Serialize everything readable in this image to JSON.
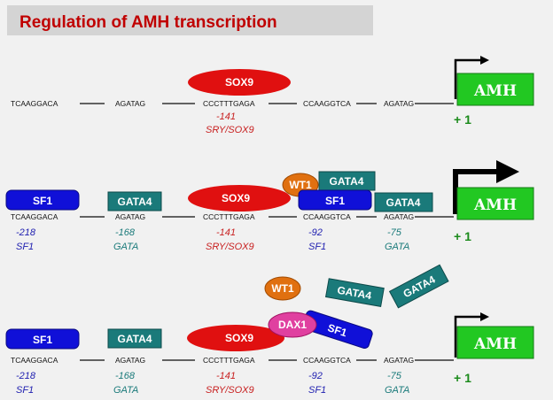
{
  "title": "Regulation of AMH transcription",
  "colors": {
    "sox9": "#e01010",
    "sf1": "#1010d8",
    "gata4": "#1a7a7a",
    "wt1": "#e07010",
    "dax1": "#e040a0",
    "amh": "#22c822",
    "red_label": "#c82020",
    "blue_label": "#2020b0",
    "teal_label": "#1a7a7a",
    "plus_one": "#1a8a1a"
  },
  "sequences": {
    "s1": "TCAAGGACA",
    "s2": "AGATAG",
    "s3": "CCCTTTGAGA",
    "s4": "CCAAGGTCA",
    "s5": "AGATAG"
  },
  "proteins": {
    "sox9": "SOX9",
    "sf1": "SF1",
    "gata4": "GATA4",
    "wt1": "WT1",
    "dax1": "DAX1"
  },
  "gene": {
    "name": "AMH",
    "start": "+ 1"
  },
  "panels": [
    {
      "labels": [
        {
          "pos": "-141",
          "name": "SRY/SOX9"
        }
      ]
    },
    {
      "labels": [
        {
          "pos": "-218",
          "name": "SF1"
        },
        {
          "pos": "-168",
          "name": "GATA"
        },
        {
          "pos": "-141",
          "name": "SRY/SOX9"
        },
        {
          "pos": "-92",
          "name": "SF1"
        },
        {
          "pos": "-75",
          "name": "GATA"
        }
      ]
    },
    {
      "labels": [
        {
          "pos": "-218",
          "name": "SF1"
        },
        {
          "pos": "-168",
          "name": "GATA"
        },
        {
          "pos": "-141",
          "name": "SRY/SOX9"
        },
        {
          "pos": "-92",
          "name": "SF1"
        },
        {
          "pos": "-75",
          "name": "GATA"
        }
      ]
    }
  ]
}
